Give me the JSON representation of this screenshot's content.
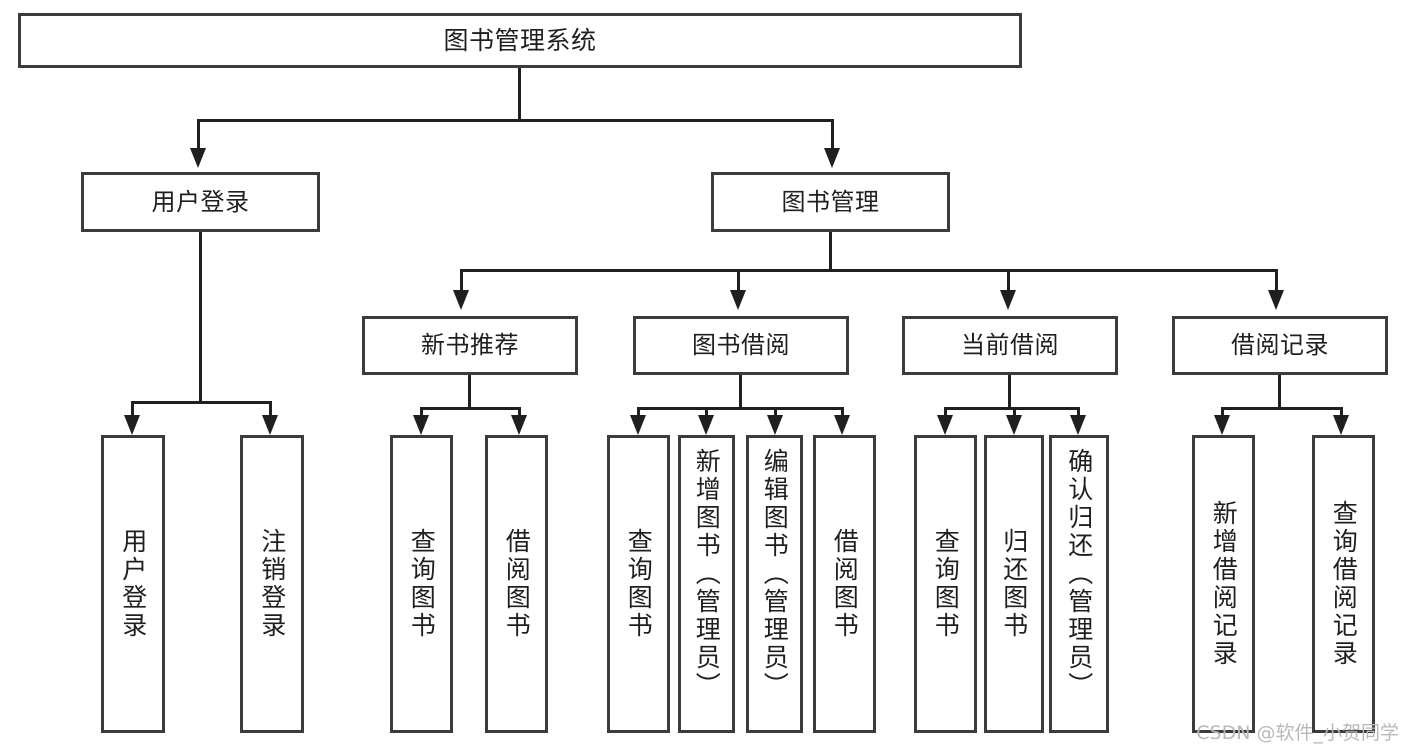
{
  "diagram": {
    "title": "图书管理系统",
    "type": "功能结构图",
    "watermark": "CSDN @软件_小贺同学",
    "colors": {
      "box_border": "#3b3b3b",
      "line": "#1f1f1f",
      "background": "#ffffff",
      "text": "#1f1f1f",
      "watermark": "#b9b9b9"
    },
    "root": {
      "label": "图书管理系统"
    },
    "level2": [
      {
        "label": "用户登录"
      },
      {
        "label": "图书管理"
      }
    ],
    "level3": [
      {
        "label": "新书推荐"
      },
      {
        "label": "图书借阅"
      },
      {
        "label": "当前借阅"
      },
      {
        "label": "借阅记录"
      }
    ],
    "leaves": {
      "user_login": [
        {
          "label": "用户登录"
        },
        {
          "label": "注销登录"
        }
      ],
      "new_book": [
        {
          "label": "查询图书"
        },
        {
          "label": "借阅图书"
        }
      ],
      "book_borrow": [
        {
          "label": "查询图书"
        },
        {
          "label": "新增图书（管理员）"
        },
        {
          "label": "编辑图书（管理员）"
        },
        {
          "label": "借阅图书"
        }
      ],
      "current_borrow": [
        {
          "label": "查询图书"
        },
        {
          "label": "归还图书"
        },
        {
          "label": "确认归还（管理员）"
        }
      ],
      "borrow_record": [
        {
          "label": "新增借阅记录"
        },
        {
          "label": "查询借阅记录"
        }
      ]
    }
  }
}
